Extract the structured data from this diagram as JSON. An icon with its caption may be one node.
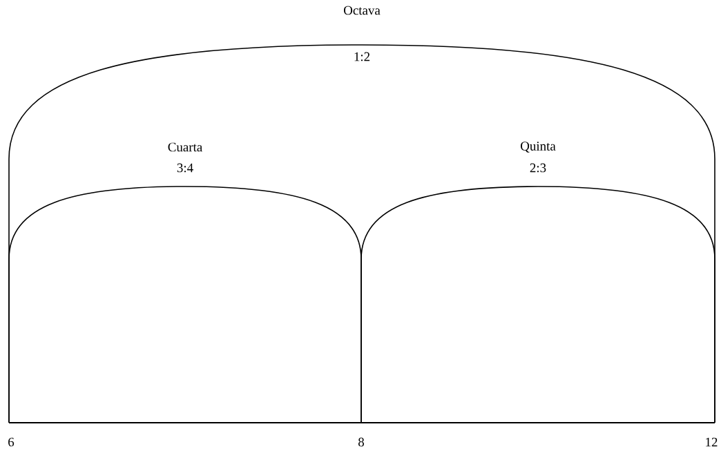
{
  "diagram": {
    "nodes": [
      {
        "text": [
          "Octava",
          "1:2"
        ]
      },
      {
        "text": [
          "Cuarta",
          "3:4"
        ],
        "in": 0
      },
      {
        "text": [
          "Quinta",
          "2:3"
        ],
        "in": 0
      }
    ],
    "labels": [
      "6",
      "8",
      "12"
    ]
  }
}
